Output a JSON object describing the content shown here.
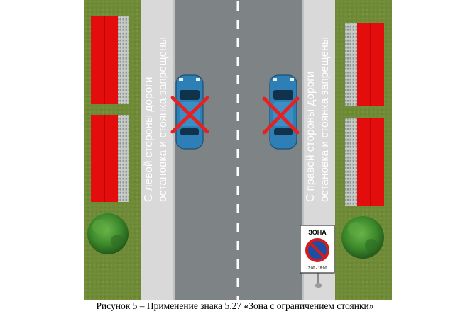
{
  "left_note": {
    "line1": "С левой стороны дороги",
    "line2": "остановка и стоянка запрещены"
  },
  "right_note": {
    "line1": "С правой стороны дороги",
    "line2": "остановка и стоянка запрещены"
  },
  "sign": {
    "title": "ЗОНА",
    "time": "7:00 - 18:00",
    "icon": "no-parking-icon"
  },
  "caption": "Рисунок 5 – Применение знака 5.27 «Зона с ограничением стоянки»",
  "colors": {
    "grass": "#6f8b38",
    "asphalt": "#7e8486",
    "sidewalk": "#d9d9d9",
    "building_roof": "#e30d0d",
    "car": "#2e7fb5",
    "cross": "#e52222",
    "sign_red": "#d71920",
    "sign_blue": "#1b4fa3"
  }
}
